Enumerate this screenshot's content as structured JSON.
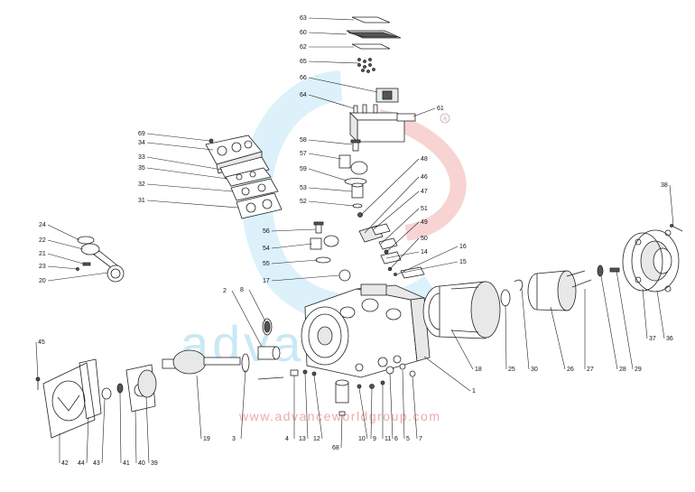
{
  "watermark": {
    "text": "advance",
    "url": "www.advanceworldgroup.com",
    "registered": "R"
  },
  "labels": [
    {
      "id": "63",
      "label": "63"
    },
    {
      "id": "60",
      "label": "60"
    },
    {
      "id": "62",
      "label": "62"
    },
    {
      "id": "65",
      "label": "65"
    },
    {
      "id": "66",
      "label": "66"
    },
    {
      "id": "64",
      "label": "64"
    },
    {
      "id": "61",
      "label": "61"
    },
    {
      "id": "69",
      "label": "69"
    },
    {
      "id": "34",
      "label": "34"
    },
    {
      "id": "33",
      "label": "33"
    },
    {
      "id": "35",
      "label": "35"
    },
    {
      "id": "32",
      "label": "32"
    },
    {
      "id": "31",
      "label": "31"
    },
    {
      "id": "58",
      "label": "58"
    },
    {
      "id": "57",
      "label": "57"
    },
    {
      "id": "59",
      "label": "59"
    },
    {
      "id": "53",
      "label": "53"
    },
    {
      "id": "52",
      "label": "52"
    },
    {
      "id": "48",
      "label": "48"
    },
    {
      "id": "46",
      "label": "46"
    },
    {
      "id": "47",
      "label": "47"
    },
    {
      "id": "51",
      "label": "51"
    },
    {
      "id": "49",
      "label": "49"
    },
    {
      "id": "50",
      "label": "50"
    },
    {
      "id": "14",
      "label": "14"
    },
    {
      "id": "16",
      "label": "16"
    },
    {
      "id": "15",
      "label": "15"
    },
    {
      "id": "24",
      "label": "24"
    },
    {
      "id": "22",
      "label": "22"
    },
    {
      "id": "21",
      "label": "21"
    },
    {
      "id": "23",
      "label": "23"
    },
    {
      "id": "20",
      "label": "20"
    },
    {
      "id": "56",
      "label": "56"
    },
    {
      "id": "54",
      "label": "54"
    },
    {
      "id": "55",
      "label": "55"
    },
    {
      "id": "17",
      "label": "17"
    },
    {
      "id": "38",
      "label": "38"
    },
    {
      "id": "2",
      "label": "2"
    },
    {
      "id": "8",
      "label": "8"
    },
    {
      "id": "45",
      "label": "45"
    },
    {
      "id": "18",
      "label": "18"
    },
    {
      "id": "25",
      "label": "25"
    },
    {
      "id": "30",
      "label": "30"
    },
    {
      "id": "26",
      "label": "26"
    },
    {
      "id": "27",
      "label": "27"
    },
    {
      "id": "28",
      "label": "28"
    },
    {
      "id": "29",
      "label": "29"
    },
    {
      "id": "37",
      "label": "37"
    },
    {
      "id": "36",
      "label": "36"
    },
    {
      "id": "1",
      "label": "1"
    },
    {
      "id": "19",
      "label": "19"
    },
    {
      "id": "3",
      "label": "3"
    },
    {
      "id": "4",
      "label": "4"
    },
    {
      "id": "13",
      "label": "13"
    },
    {
      "id": "12",
      "label": "12"
    },
    {
      "id": "68",
      "label": "68"
    },
    {
      "id": "10",
      "label": "10"
    },
    {
      "id": "9",
      "label": "9"
    },
    {
      "id": "11",
      "label": "11"
    },
    {
      "id": "6",
      "label": "6"
    },
    {
      "id": "5",
      "label": "5"
    },
    {
      "id": "7",
      "label": "7"
    },
    {
      "id": "42",
      "label": "42"
    },
    {
      "id": "44",
      "label": "44"
    },
    {
      "id": "43",
      "label": "43"
    },
    {
      "id": "41",
      "label": "41"
    },
    {
      "id": "40",
      "label": "40"
    },
    {
      "id": "39",
      "label": "39"
    }
  ]
}
